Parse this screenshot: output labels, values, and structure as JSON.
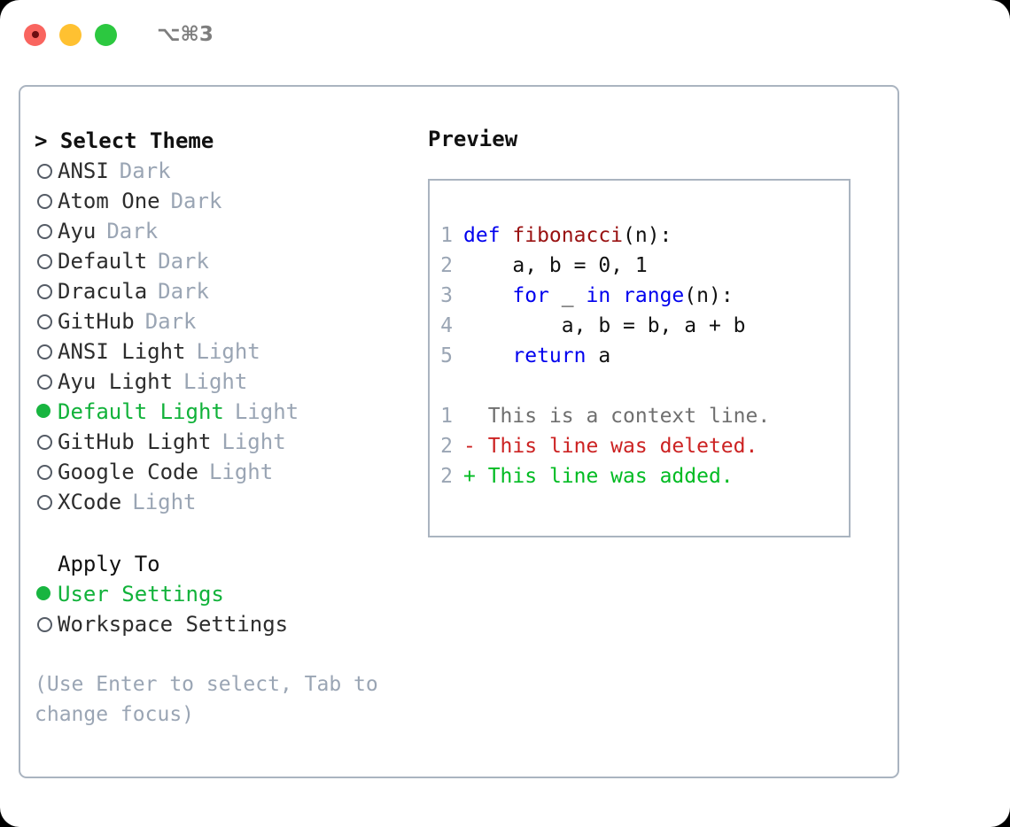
{
  "titlebar": {
    "shortcut": "⌥⌘3",
    "lights": [
      {
        "name": "close",
        "color": "#f9655f"
      },
      {
        "name": "minimize",
        "color": "#ffc131"
      },
      {
        "name": "maximize",
        "color": "#2cc840"
      }
    ]
  },
  "theme_list": {
    "heading": "> Select Theme",
    "bullet_empty": "○",
    "bullet_filled": "●",
    "items": [
      {
        "label": "ANSI",
        "badge": "Dark",
        "selected": false
      },
      {
        "label": "Atom One",
        "badge": "Dark",
        "selected": false
      },
      {
        "label": "Ayu",
        "badge": "Dark",
        "selected": false
      },
      {
        "label": "Default",
        "badge": "Dark",
        "selected": false
      },
      {
        "label": "Dracula",
        "badge": "Dark",
        "selected": false
      },
      {
        "label": "GitHub",
        "badge": "Dark",
        "selected": false
      },
      {
        "label": "ANSI Light",
        "badge": "Light",
        "selected": false
      },
      {
        "label": "Ayu Light",
        "badge": "Light",
        "selected": false
      },
      {
        "label": "Default Light",
        "badge": "Light",
        "selected": true
      },
      {
        "label": "GitHub Light",
        "badge": "Light",
        "selected": false
      },
      {
        "label": "Google Code",
        "badge": "Light",
        "selected": false
      },
      {
        "label": "XCode",
        "badge": "Light",
        "selected": false
      }
    ]
  },
  "apply_to": {
    "heading": "Apply To",
    "items": [
      {
        "label": "User Settings",
        "selected": true
      },
      {
        "label": "Workspace Settings",
        "selected": false
      }
    ]
  },
  "hint": "(Use Enter to select, Tab to change focus)",
  "preview": {
    "heading": "Preview",
    "code_lines": [
      {
        "num": "1",
        "tokens": [
          {
            "t": "def ",
            "c": "kw"
          },
          {
            "t": "fibonacci",
            "c": "fn"
          },
          {
            "t": "(n):",
            "c": "pl"
          }
        ]
      },
      {
        "num": "2",
        "tokens": [
          {
            "t": "    a, b = 0, 1",
            "c": "pl"
          }
        ]
      },
      {
        "num": "3",
        "tokens": [
          {
            "t": "    ",
            "c": "pl"
          },
          {
            "t": "for",
            "c": "kw"
          },
          {
            "t": " _ ",
            "c": "pl"
          },
          {
            "t": "in",
            "c": "kw"
          },
          {
            "t": " ",
            "c": "pl"
          },
          {
            "t": "range",
            "c": "kw"
          },
          {
            "t": "(n):",
            "c": "pl"
          }
        ]
      },
      {
        "num": "4",
        "tokens": [
          {
            "t": "        a, b = b, a + b",
            "c": "pl"
          }
        ]
      },
      {
        "num": "5",
        "tokens": [
          {
            "t": "    ",
            "c": "pl"
          },
          {
            "t": "return",
            "c": "kw"
          },
          {
            "t": " a",
            "c": "pl"
          }
        ]
      }
    ],
    "diff_lines": [
      {
        "num": "1",
        "marker": "  ",
        "text": "This is a context line.",
        "kind": "ctx"
      },
      {
        "num": "2",
        "marker": "- ",
        "text": "This line was deleted.",
        "kind": "del"
      },
      {
        "num": "2",
        "marker": "+ ",
        "text": "This line was added.",
        "kind": "add"
      }
    ]
  },
  "colors": {
    "accent_green": "#11b23a",
    "muted": "#9aa5b4",
    "border": "#aab4c0",
    "keyword": "#0000ee",
    "function": "#991111",
    "diff_deleted": "#cc2222",
    "diff_added": "#00bb22"
  }
}
